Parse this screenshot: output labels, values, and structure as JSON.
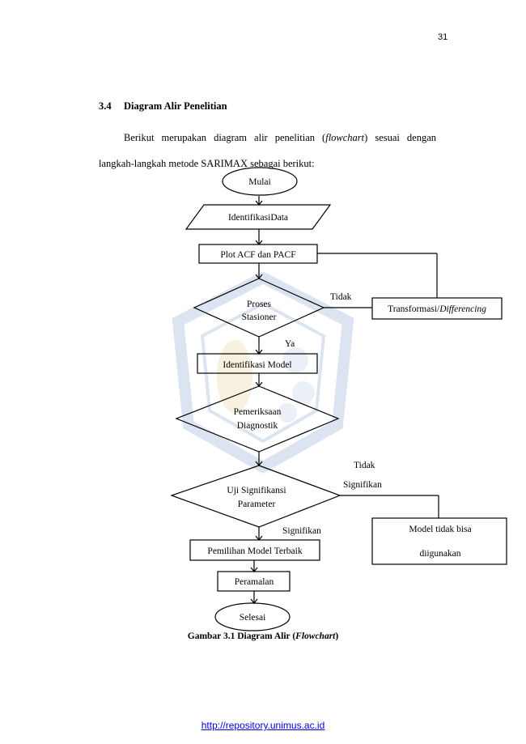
{
  "page_number": "31",
  "section": {
    "number": "3.4",
    "title": "Diagram Alir Penelitian"
  },
  "paragraph": {
    "line1_pre": "Berikut merupakan diagram alir penelitian (",
    "line1_italic": "flowchart",
    "line1_post": ") sesuai dengan",
    "line2": "langkah-langkah metode SARIMAX sebagai berikut:"
  },
  "flowchart": {
    "start": "Mulai",
    "identify_data": "IdentifikasiData",
    "plot": "Plot ACF dan PACF",
    "stationary_line1": "Proses",
    "stationary_line2": "Stasioner",
    "no_label": "Tidak",
    "yes_label": "Ya",
    "transform_pre": "Transformasi/",
    "transform_italic": "Differencing",
    "identify_model": "Identifikasi Model",
    "diagnostic_line1": "Pemeriksaan",
    "diagnostic_line2": "Diagnostik",
    "not_significant_line1": "Tidak",
    "not_significant_line2": "Signifikan",
    "significance_line1": "Uji Signifikansi",
    "significance_line2": "Parameter",
    "significant_label": "Signifikan",
    "model_unusable_line1": "Model tidak bisa",
    "model_unusable_line2": "diigunakan",
    "best_model": "Pemilihan Model Terbaik",
    "forecast": "Peramalan",
    "end": "Selesai"
  },
  "caption": {
    "prefix": "Gambar 3.1 Diagram Alir (",
    "italic": "Flowchart",
    "suffix": ")"
  },
  "footer": {
    "link": "http://repository.unimus.ac.id"
  },
  "watermark": {
    "icon": "university-seal-icon",
    "color": "#4a6fb5",
    "accent": "#c9a227"
  }
}
